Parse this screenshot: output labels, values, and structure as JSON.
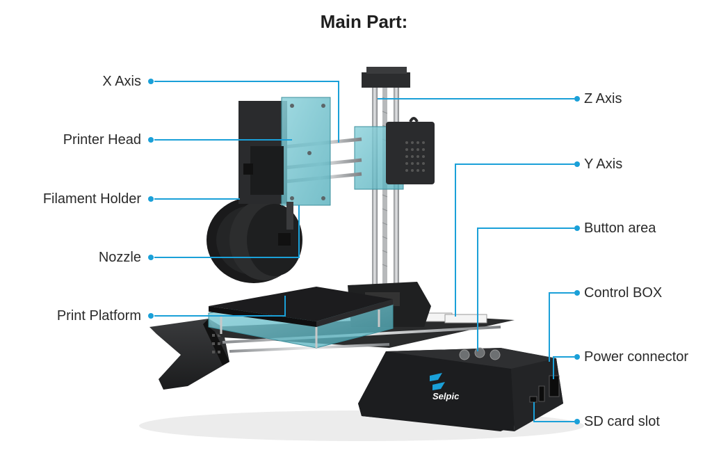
{
  "title": "Main Part:",
  "brand": "Selpic",
  "accent_color": "#1aa0d8",
  "left_labels": [
    "X Axis",
    "Printer Head",
    "Filament Holder",
    "Nozzle",
    "Print Platform"
  ],
  "right_labels": [
    "Z Axis",
    "Y Axis",
    "Button area",
    "Control BOX",
    "Power connector",
    "SD card slot"
  ]
}
